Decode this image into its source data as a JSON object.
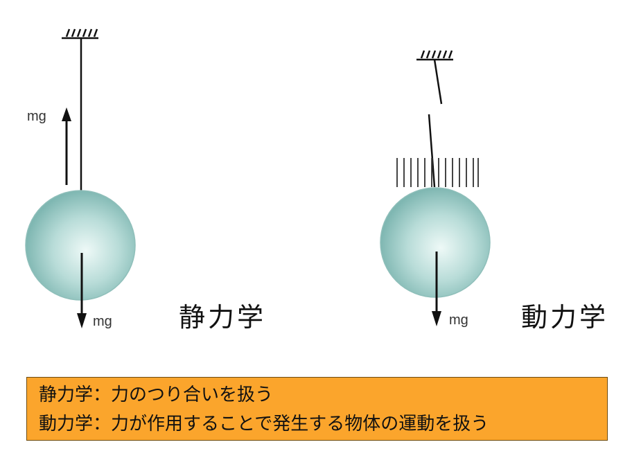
{
  "statics": {
    "force_up_label": "mg",
    "force_down_label": "mg",
    "title": "静力学"
  },
  "dynamics": {
    "force_down_label": "mg",
    "title": "動力学"
  },
  "summary": {
    "line1": "静力学：力のつり合いを扱う",
    "line2": "動力学：力が作用することで発生する物体の運動を扱う"
  },
  "colors": {
    "ball_edge": "#7fb7b2",
    "ball_center": "#eef9f7",
    "summary_background": "#fba52c"
  }
}
